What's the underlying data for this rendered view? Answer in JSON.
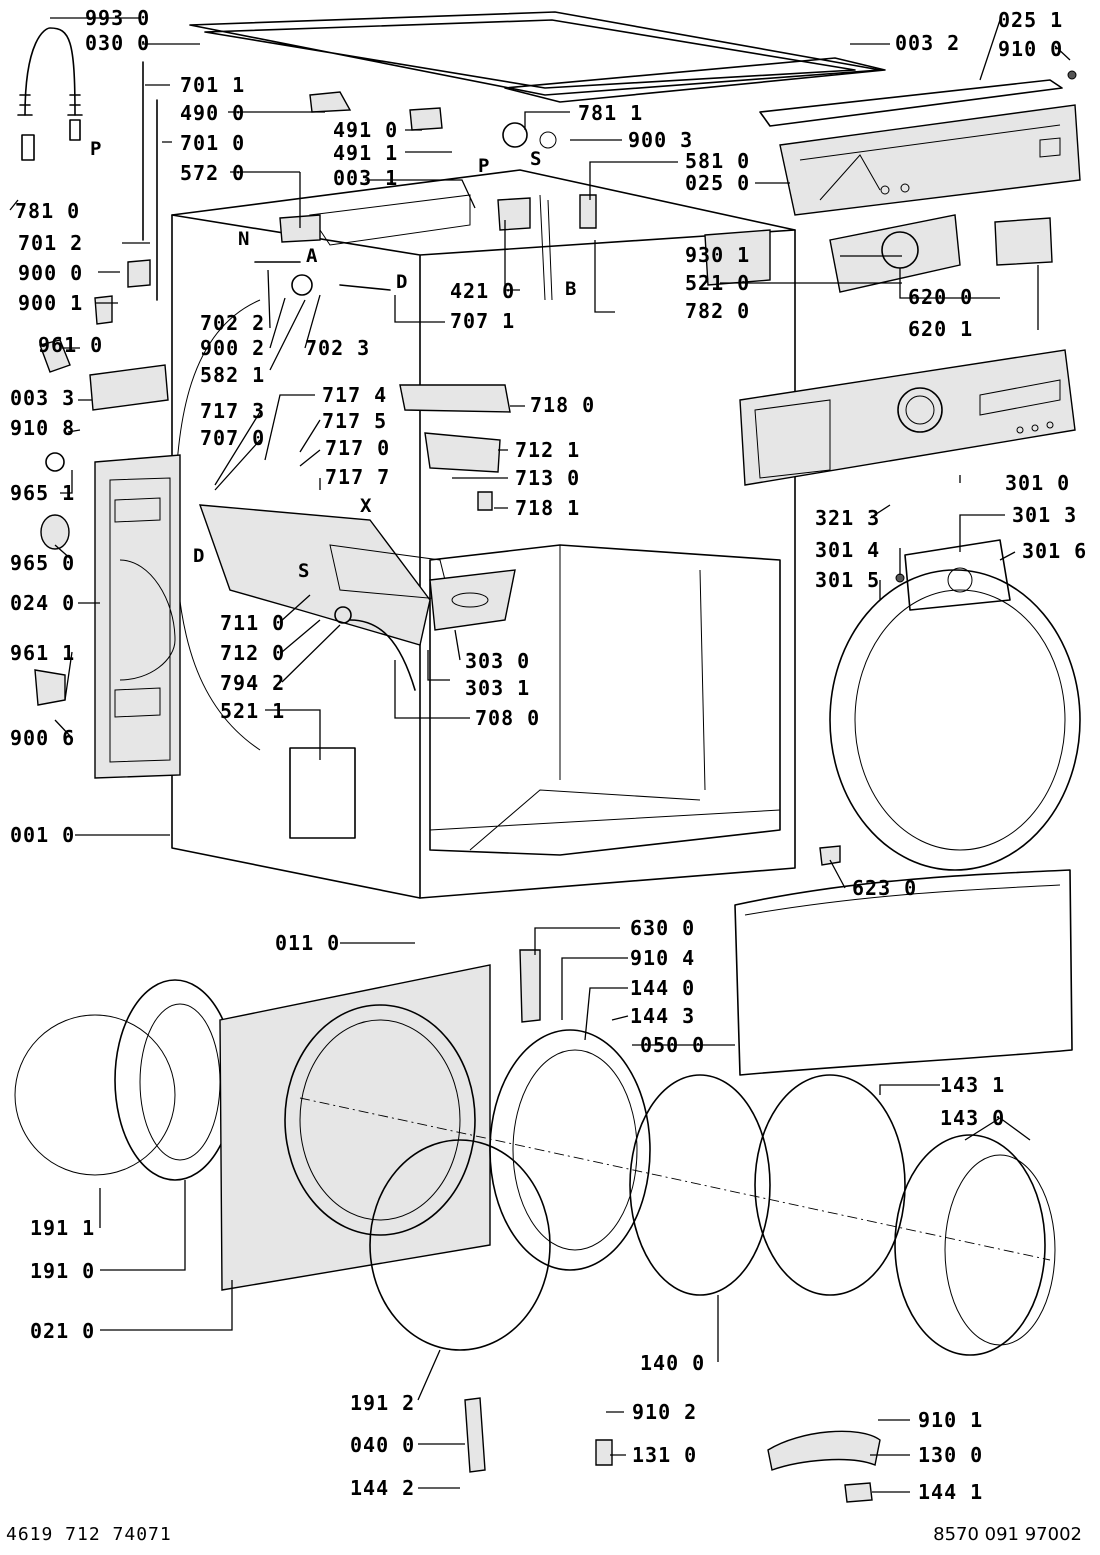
{
  "footer": {
    "left": "4619 712 74071",
    "right": "8570 091 97002"
  },
  "labels": [
    "993 0",
    "030 0",
    "701 1",
    "490 0",
    "701 0",
    "572 0",
    "781 0",
    "701 2",
    "900 0",
    "900 1",
    "961 0",
    "003 3",
    "910 8",
    "965 1",
    "965 0",
    "024 0",
    "961 1",
    "900 6",
    "001 0",
    "011 0",
    "191 1",
    "191 0",
    "021 0",
    "191 2",
    "040 0",
    "144 2",
    "003 2",
    "025 1",
    "910 0",
    "491 0",
    "491 1",
    "003 1",
    "781 1",
    "900 3",
    "581 0",
    "025 0",
    "930 1",
    "521 0",
    "782 0",
    "620 0",
    "620 1",
    "421 0",
    "707 1",
    "702 2",
    "900 2",
    "582 1",
    "702 3",
    "717 3",
    "717 4",
    "717 5",
    "707 0",
    "717 0",
    "717 7",
    "718 0",
    "712 1",
    "713 0",
    "718 1",
    "711 0",
    "712 0",
    "794 2",
    "521 1",
    "303 0",
    "303 1",
    "708 0",
    "301 0",
    "321 3",
    "301 3",
    "301 4",
    "301 6",
    "301 5",
    "623 0",
    "630 0",
    "910 4",
    "144 0",
    "144 3",
    "050 0",
    "143 1",
    "143 0",
    "140 0",
    "910 2",
    "131 0",
    "910 1",
    "130 0",
    "144 1"
  ],
  "markers": [
    "P",
    "P",
    "S",
    "N",
    "A",
    "D",
    "B",
    "X",
    "D",
    "S"
  ]
}
